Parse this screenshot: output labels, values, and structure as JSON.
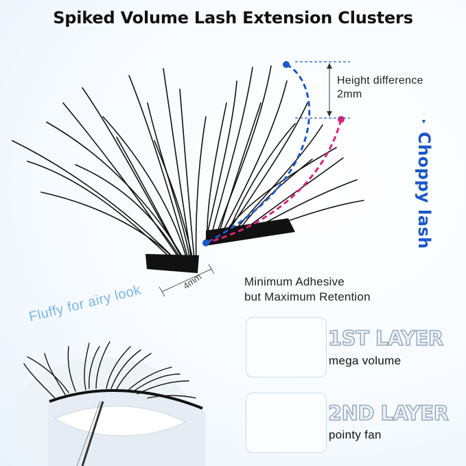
{
  "title": "Spiked Volume Lash Extension Clusters",
  "height_note": {
    "line1": "Height difference",
    "line2": "2mm"
  },
  "side_label": "Choppy lash",
  "base_width_label": "4mm",
  "adhesive_note": {
    "line1": "Minimum Adhesive",
    "line2": "but Maximum Retention"
  },
  "fluffy_note": "Fluffy for airy look",
  "layers": [
    {
      "title": "1ST LAYER",
      "subtitle": "mega volume"
    },
    {
      "title": "2ND LAYER",
      "subtitle": "pointy fan"
    }
  ],
  "colors": {
    "accent_blue": "#1a57c8",
    "accent_pink": "#e0207a",
    "lash": "#111111"
  }
}
